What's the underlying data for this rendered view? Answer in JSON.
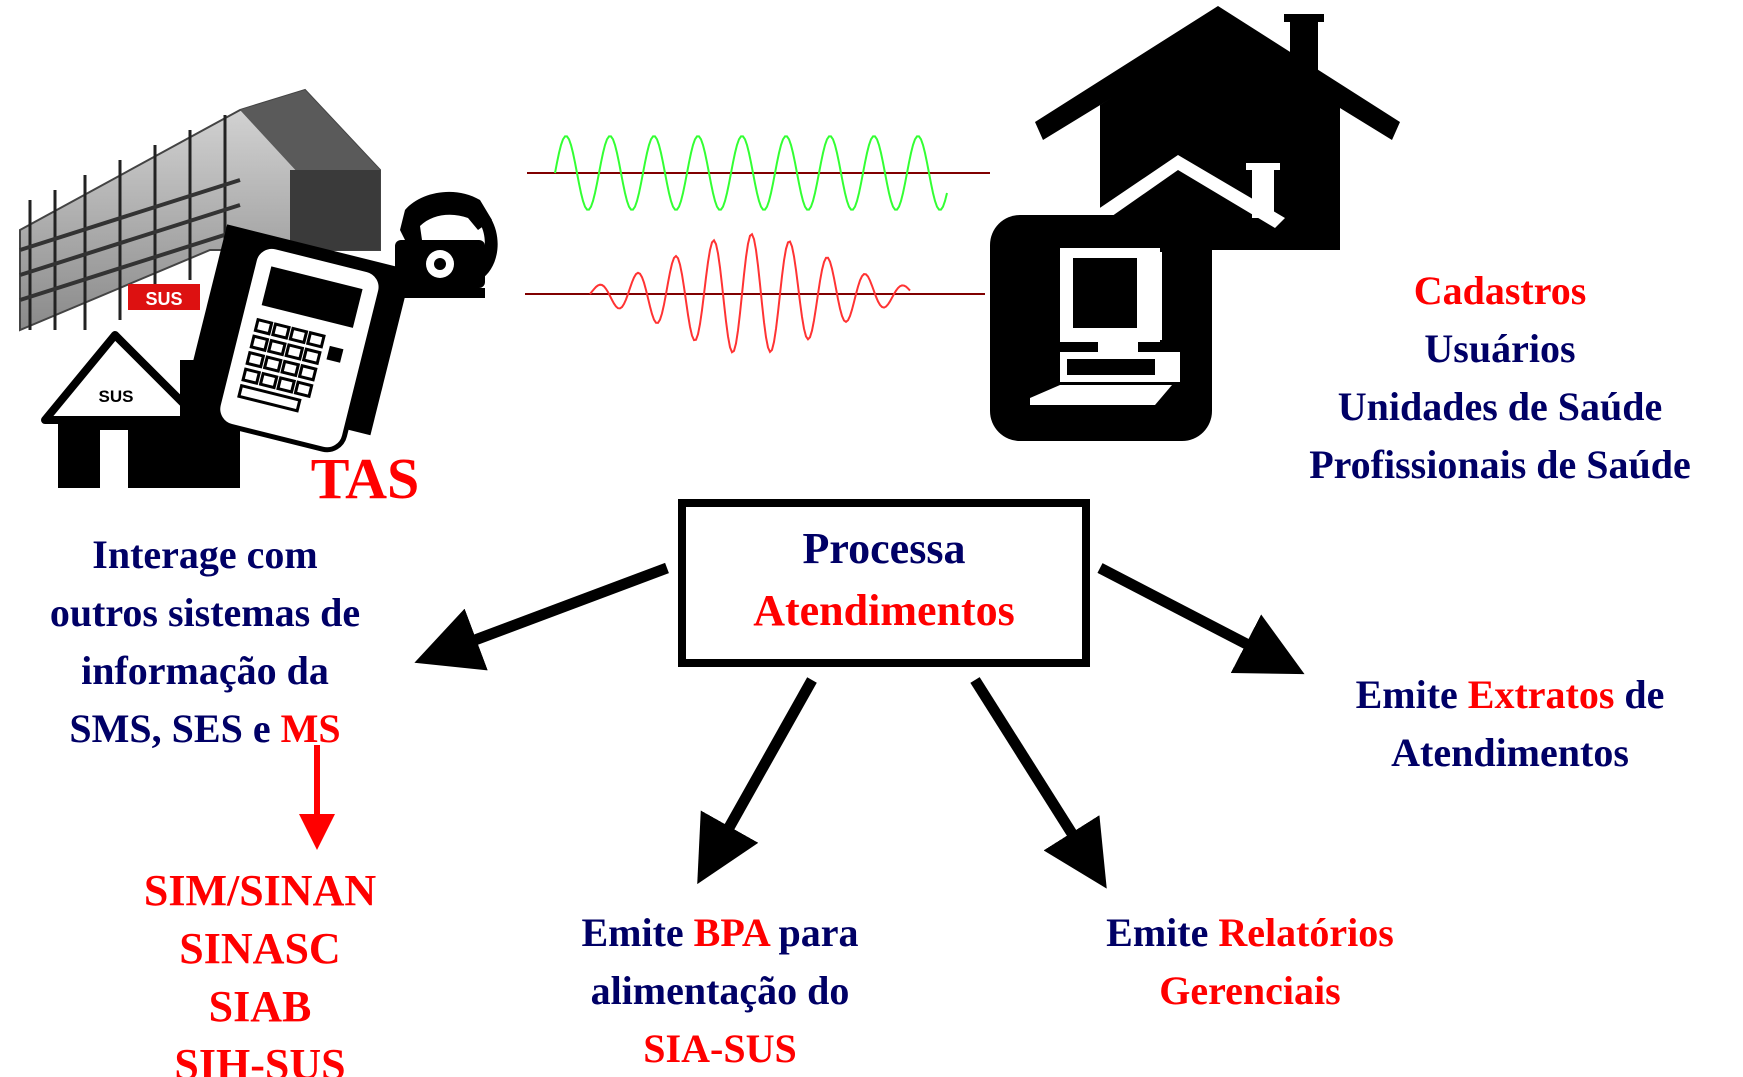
{
  "colors": {
    "navy": "#000066",
    "red": "#ff0000",
    "green_wave": "#33ff33",
    "red_wave": "#ff3333"
  },
  "icons": {
    "hospital": "hospital-building-icon",
    "clinic": "health-post-house-icon",
    "terminal": "handheld-terminal-icon",
    "phone": "telephone-icon",
    "home": "house-icon",
    "computer": "computer-icon"
  },
  "hospital_sign": "SUS",
  "clinic_sign": "SUS",
  "tas_label": "TAS",
  "interage": {
    "lines": [
      "Interage com",
      "outros sistemas de",
      "informação da"
    ],
    "last_prefix": "SMS, SES e ",
    "last_highlight": "MS"
  },
  "systems": [
    "SIM/SINAN",
    "SINASC",
    "SIAB",
    "SIH-SUS"
  ],
  "cadastros": {
    "title": "Cadastros",
    "items": [
      "Usuários",
      "Unidades de Saúde",
      "Profissionais de Saúde"
    ]
  },
  "center_box": {
    "line1": "Processa",
    "line2": "Atendimentos"
  },
  "extratos": {
    "prefix": "Emite ",
    "highlight": "Extratos",
    "suffix": " de",
    "line2": "Atendimentos"
  },
  "bpa": {
    "prefix": "Emite ",
    "highlight": "BPA",
    "suffix": " para",
    "line2": "alimentação do",
    "line3": "SIA-SUS"
  },
  "relatorios": {
    "prefix": "Emite ",
    "highlight": "Relatórios",
    "line2": "Gerenciais"
  }
}
